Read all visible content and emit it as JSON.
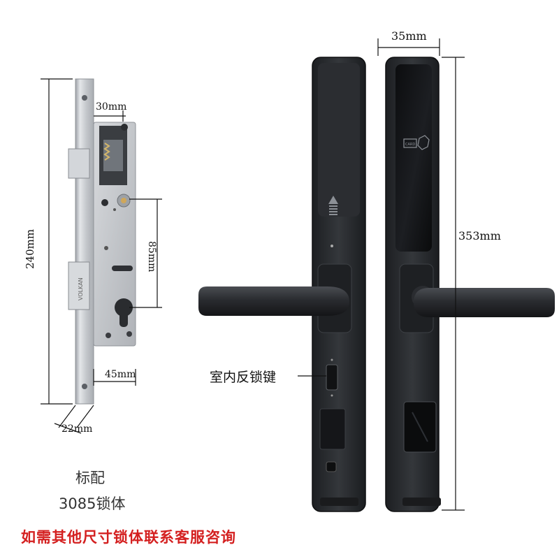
{
  "mortise": {
    "dim_height": "240mm",
    "dim_top_offset": "30mm",
    "dim_spacing": "85mm",
    "dim_backset": "45mm",
    "dim_faceplate": "22mm",
    "stamp_text": "VOLKAN"
  },
  "handle": {
    "dim_width": "35mm",
    "dim_length": "353mm",
    "reverse_lock_label": "室内反锁键",
    "card_icon_text": "CARD"
  },
  "captions": {
    "standard": "标配",
    "lock_body": "3085锁体",
    "notice": "如需其他尺寸锁体联系客服咨询"
  },
  "colors": {
    "notice": "#d42020",
    "steel": "#c9ccd0",
    "handle_body": "#25272a"
  }
}
